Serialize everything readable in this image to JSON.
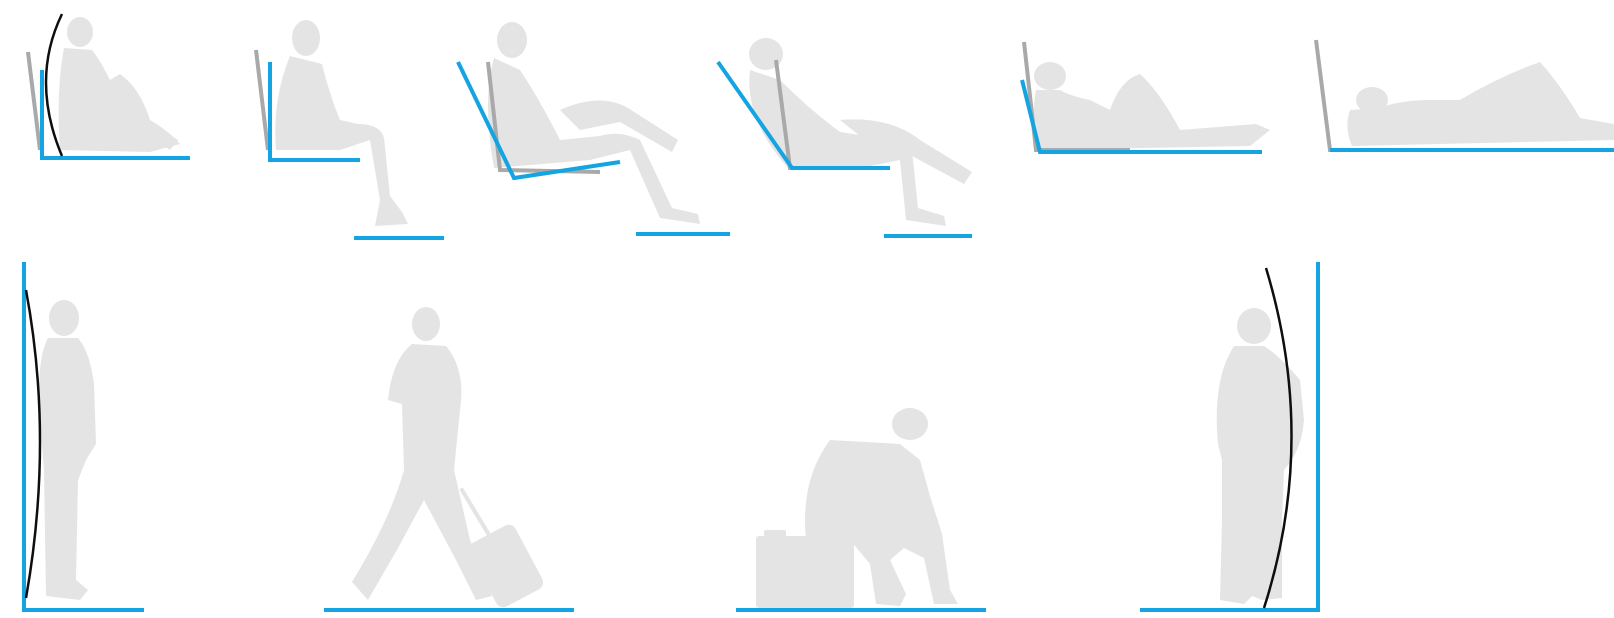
{
  "colors": {
    "blue_line": "#14a4e2",
    "gray_line": "#a9a9a9",
    "black_curve": "#0e0e0e",
    "silhouette": "#e4e4e4",
    "background": "#ffffff"
  },
  "figures": {
    "top_row": [
      "seated-upright-curved-back",
      "seated-upright-chair",
      "reclining-chair",
      "reclining-deep",
      "semi-lying",
      "lying-flat"
    ],
    "bottom_row": [
      "standing-against-wall",
      "walking-with-luggage",
      "sitting-on-suitcase",
      "leaning-against-wall"
    ]
  }
}
